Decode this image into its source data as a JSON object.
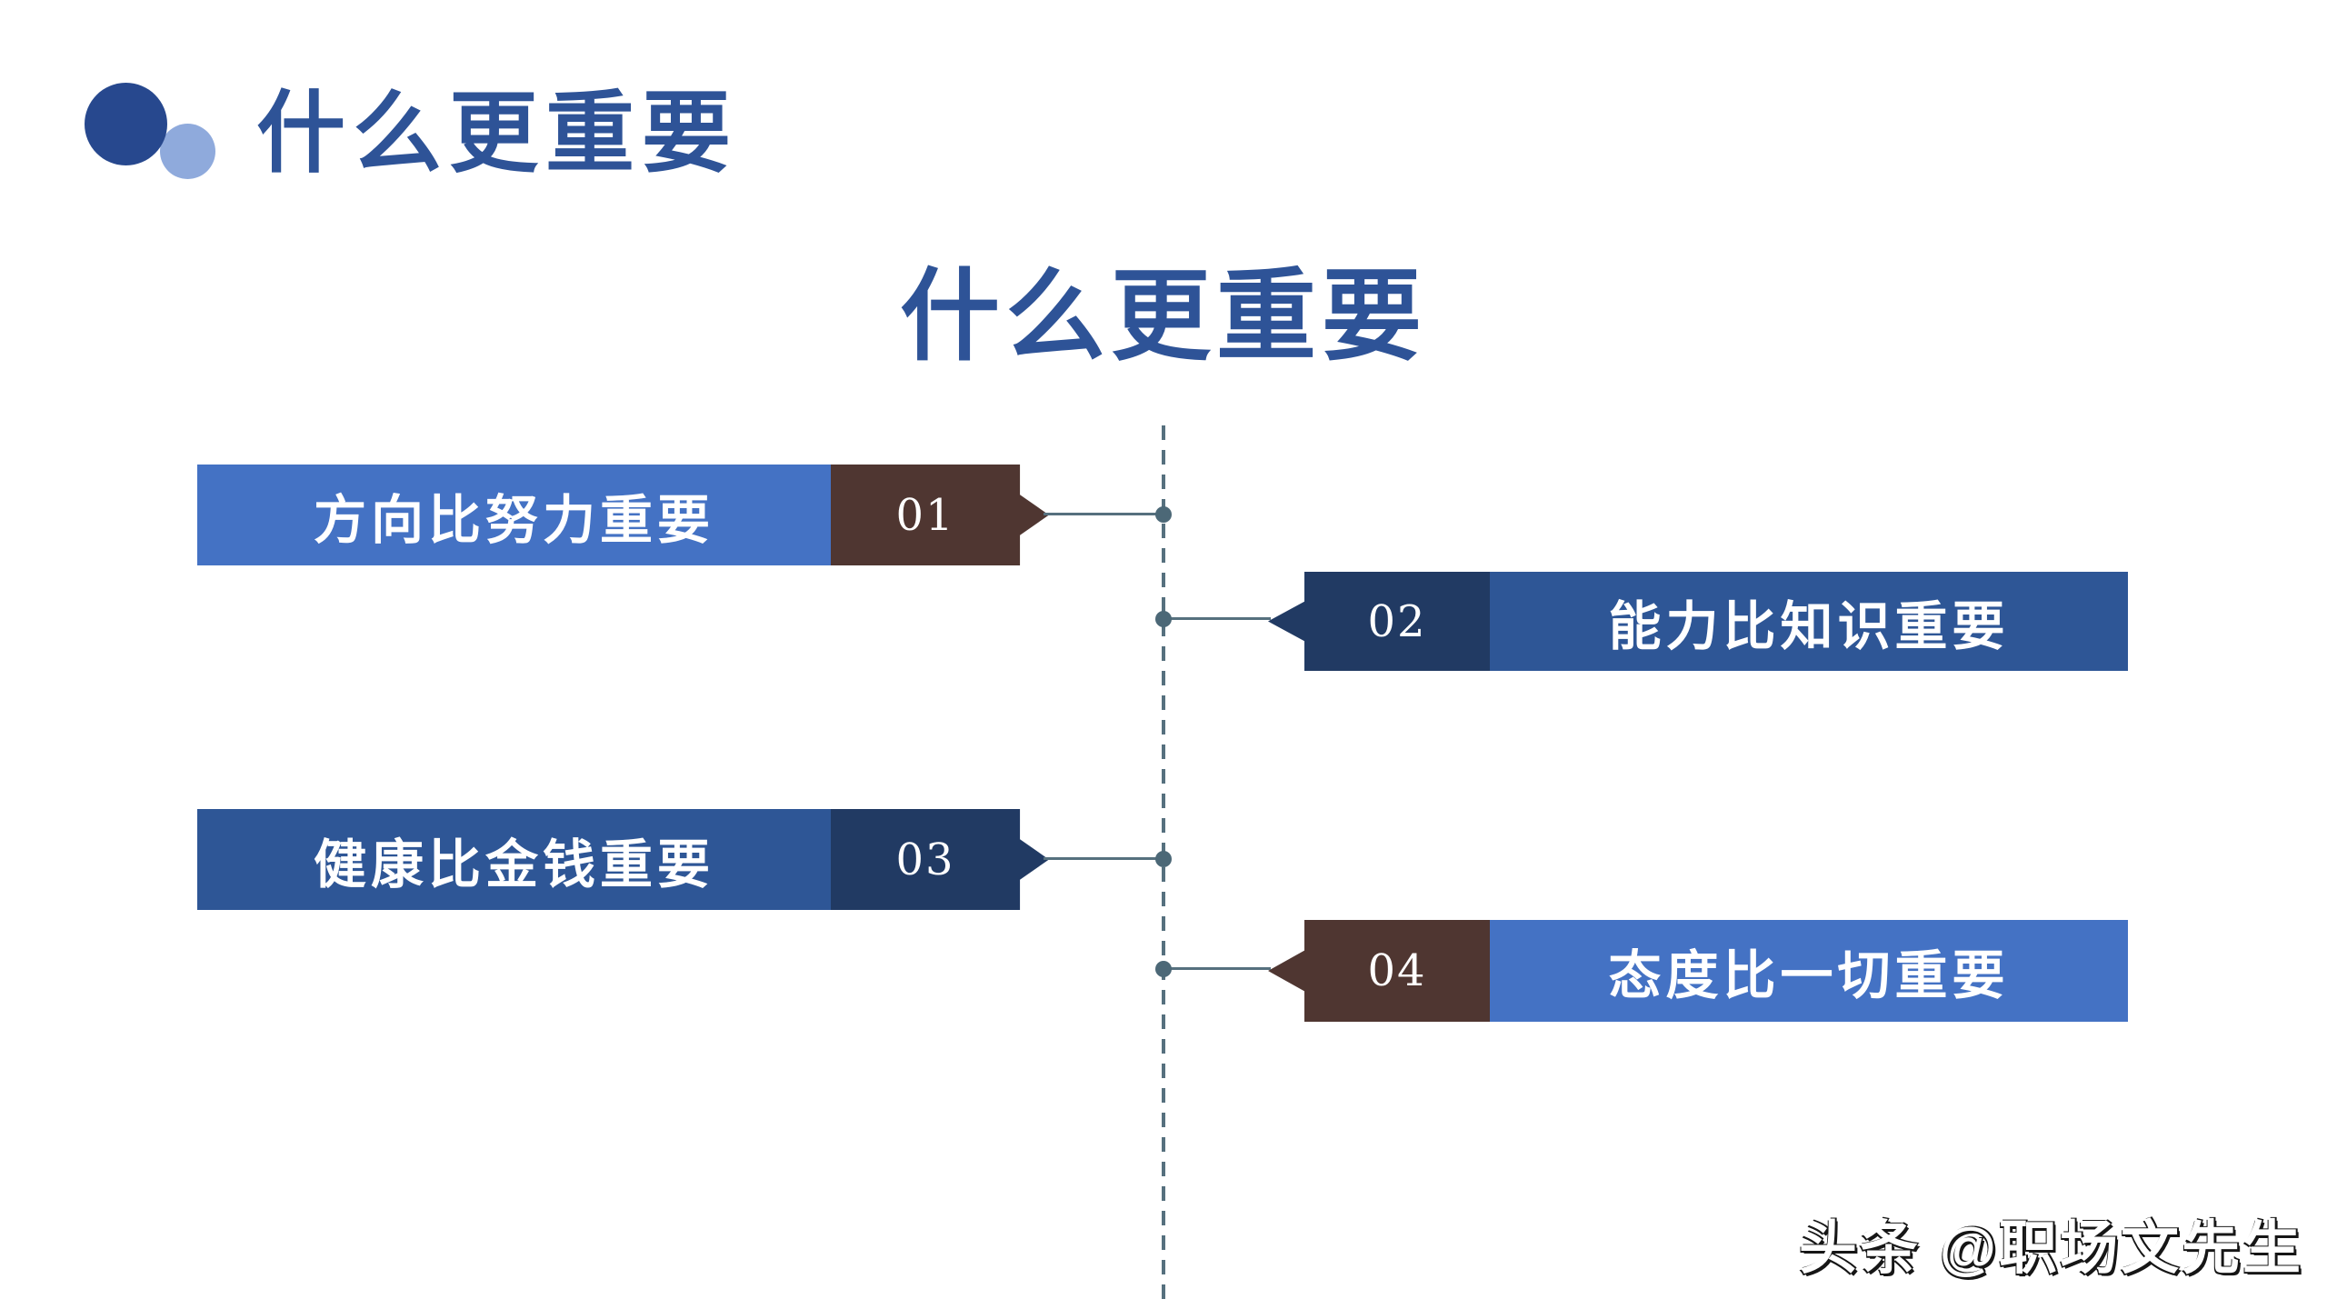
{
  "slide": {
    "background": "#FFFFFF"
  },
  "header": {
    "title": "什么更重要",
    "title_color": "#2E5397",
    "decor": {
      "large_circle_color": "#27488E",
      "small_circle_color": "#8FAADC"
    }
  },
  "main_title": {
    "text": "什么更重要",
    "color": "#2E5397"
  },
  "timeline": {
    "line_color": "#56707E",
    "dot_color": "#4C6877"
  },
  "items": [
    {
      "number": "01",
      "label": "方向比努力重要",
      "side": "left",
      "bar_color": "#4472C4",
      "tab_color": "#4F3631",
      "text_color": "#FFFFFF"
    },
    {
      "number": "02",
      "label": "能力比知识重要",
      "side": "right",
      "bar_color": "#2E5696",
      "tab_color": "#213A63",
      "text_color": "#FFFFFF"
    },
    {
      "number": "03",
      "label": "健康比金钱重要",
      "side": "left",
      "bar_color": "#2E5696",
      "tab_color": "#213A63",
      "text_color": "#FFFFFF"
    },
    {
      "number": "04",
      "label": "态度比一切重要",
      "side": "right",
      "bar_color": "#4472C4",
      "tab_color": "#4F3631",
      "text_color": "#FFFFFF"
    }
  ],
  "watermark": {
    "text": "头条 @职场文先生"
  }
}
